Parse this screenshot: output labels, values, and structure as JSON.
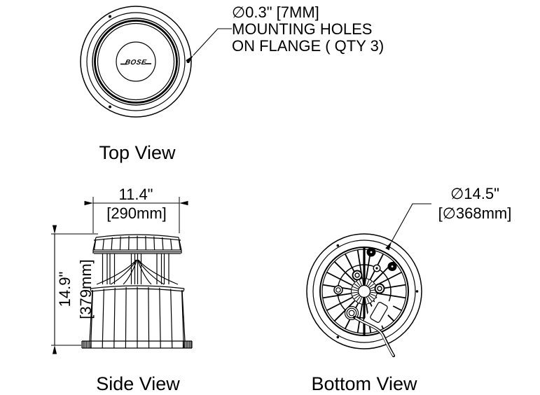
{
  "drawing": {
    "top_view": {
      "label": "Top View",
      "logo": "BOSE",
      "annotation_line1": "∅0.3\" [7MM]",
      "annotation_line2": "MOUNTING HOLES",
      "annotation_line3": "ON FLANGE  ( QTY 3)"
    },
    "side_view": {
      "label": "Side View",
      "width_inches": "11.4\"",
      "width_mm": "[290mm]",
      "height_inches": "14.9\"",
      "height_mm": "[379mm]"
    },
    "bottom_view": {
      "label": "Bottom View",
      "diameter_inches": "∅14.5\"",
      "diameter_mm": "[∅368mm]"
    },
    "colors": {
      "line": "#000000",
      "background": "#ffffff"
    }
  }
}
